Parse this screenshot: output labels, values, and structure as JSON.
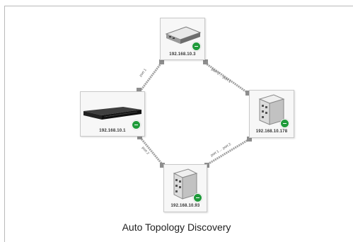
{
  "caption": "Auto Topology Discovery",
  "nodes": [
    {
      "id": "top",
      "ip": "192.168.10.3",
      "status": "online"
    },
    {
      "id": "left",
      "ip": "192.168.10.1",
      "status": "online"
    },
    {
      "id": "right",
      "ip": "192.168.10.178",
      "status": "online"
    },
    {
      "id": "bottom",
      "ip": "192.168.10.93",
      "status": "online"
    }
  ],
  "links": [
    {
      "from": "left",
      "to": "top",
      "label": "port 1"
    },
    {
      "from": "top",
      "to": "right",
      "label": "port 2 ... port 1"
    },
    {
      "from": "right",
      "to": "bottom",
      "label": "port 1 ... port 2"
    },
    {
      "from": "bottom",
      "to": "left",
      "label": "port 2"
    }
  ],
  "colors": {
    "status_online": "#1f9a3a",
    "link": "#9a9a9a"
  }
}
